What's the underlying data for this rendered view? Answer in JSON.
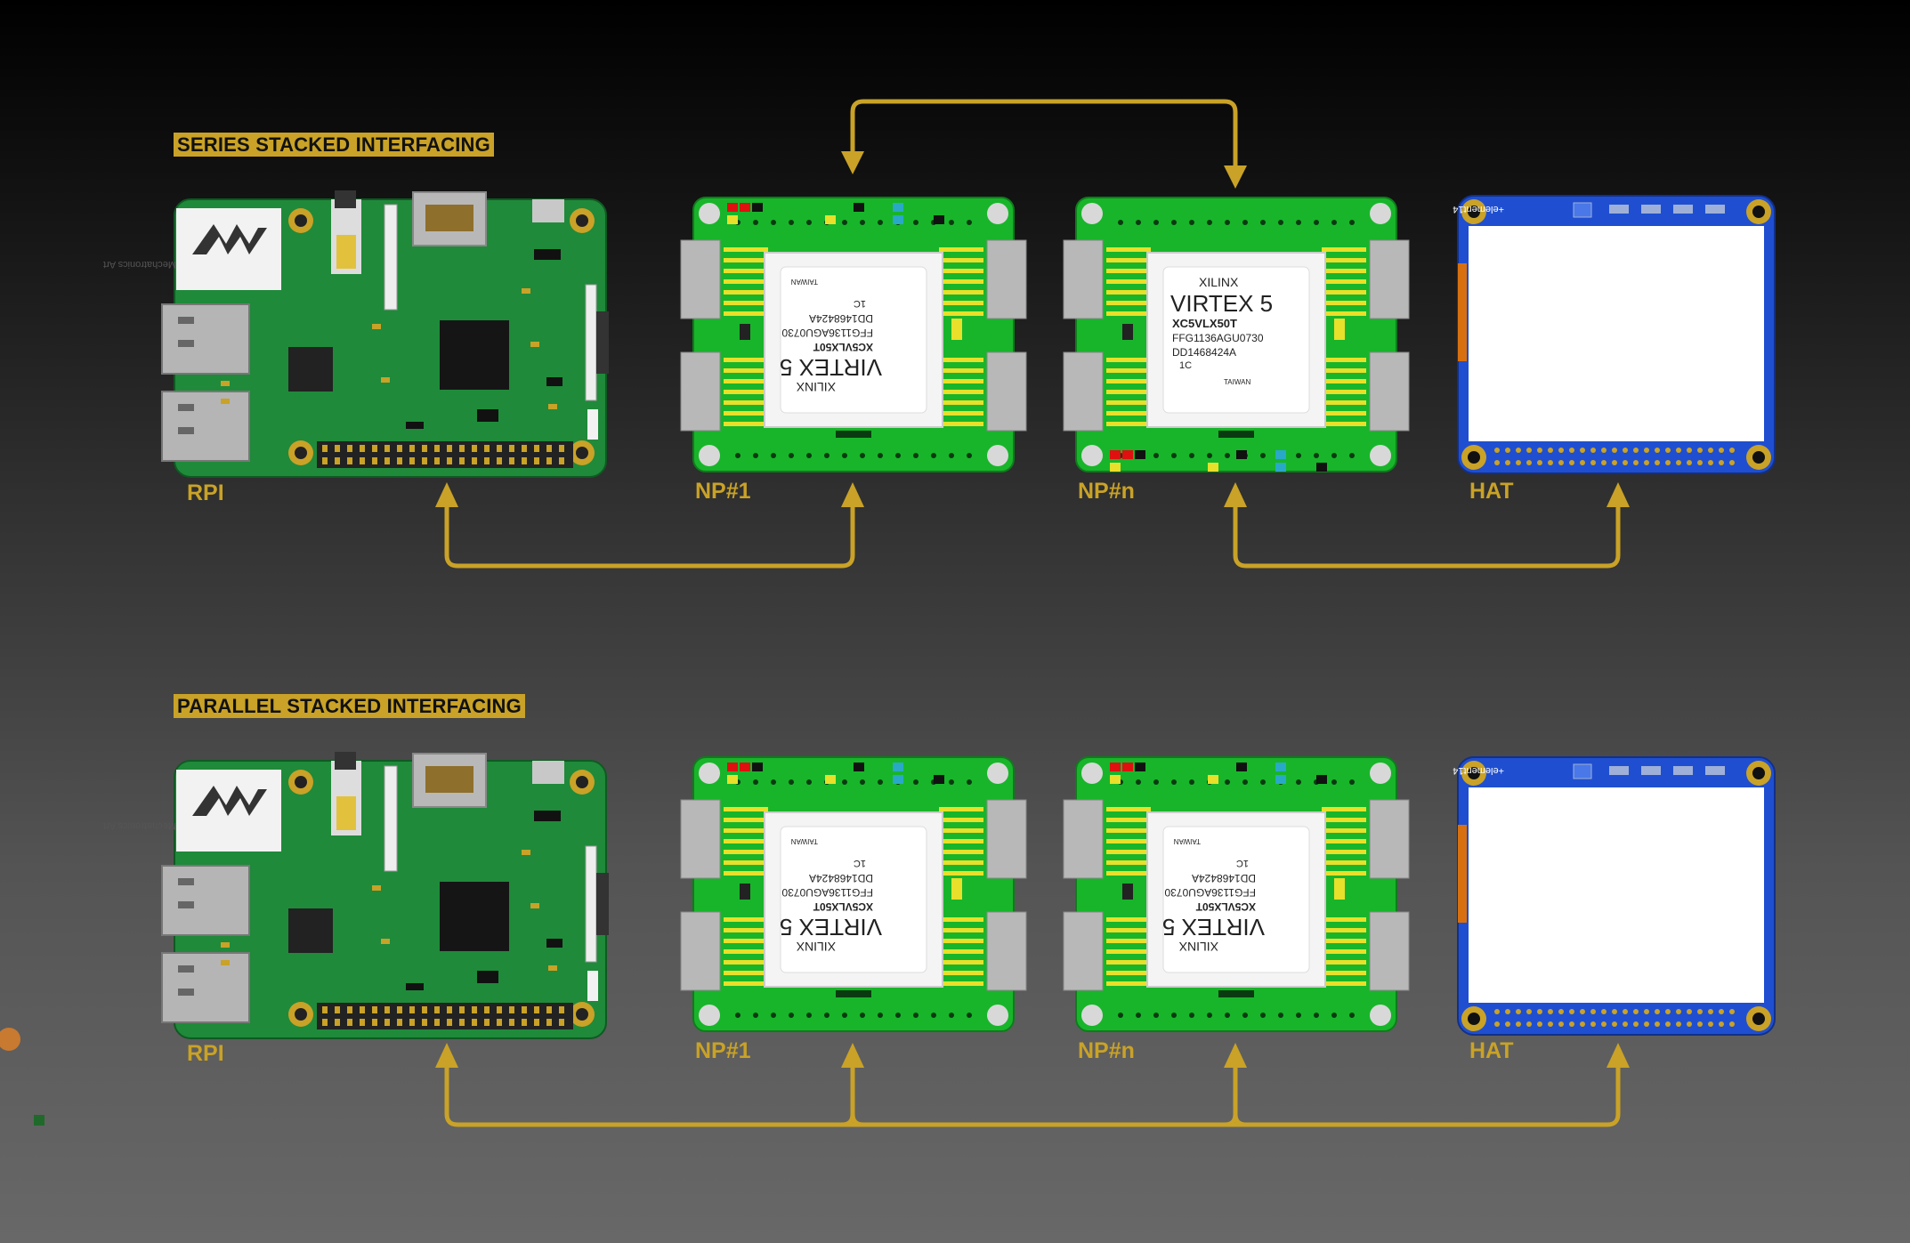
{
  "series": {
    "title": "SERIES STACKED INTERFACING",
    "boards": [
      "RPI",
      "NP#1",
      "NP#n",
      "HAT"
    ]
  },
  "parallel": {
    "title": "PARALLEL STACKED INTERFACING",
    "boards": [
      "RPI",
      "NP#1",
      "NP#n",
      "HAT"
    ]
  },
  "rpi_logo_text": "Mechatronics Art",
  "chip": {
    "brand": "XILINX",
    "family": "VIRTEX",
    "family_suffix": "5",
    "part": "XC5VLX50T",
    "package": "FFG1136AGU0730",
    "lot": "DD1468424A",
    "grade": "1C",
    "origin": "TAIWAN"
  },
  "hat_brand": "+element14",
  "colors": {
    "accent": "#c9a227",
    "pcb_green": "#1e8f3a",
    "np_green": "#17b82a",
    "hat_blue": "#1f4fd0",
    "pin_gold": "#c9a227"
  }
}
